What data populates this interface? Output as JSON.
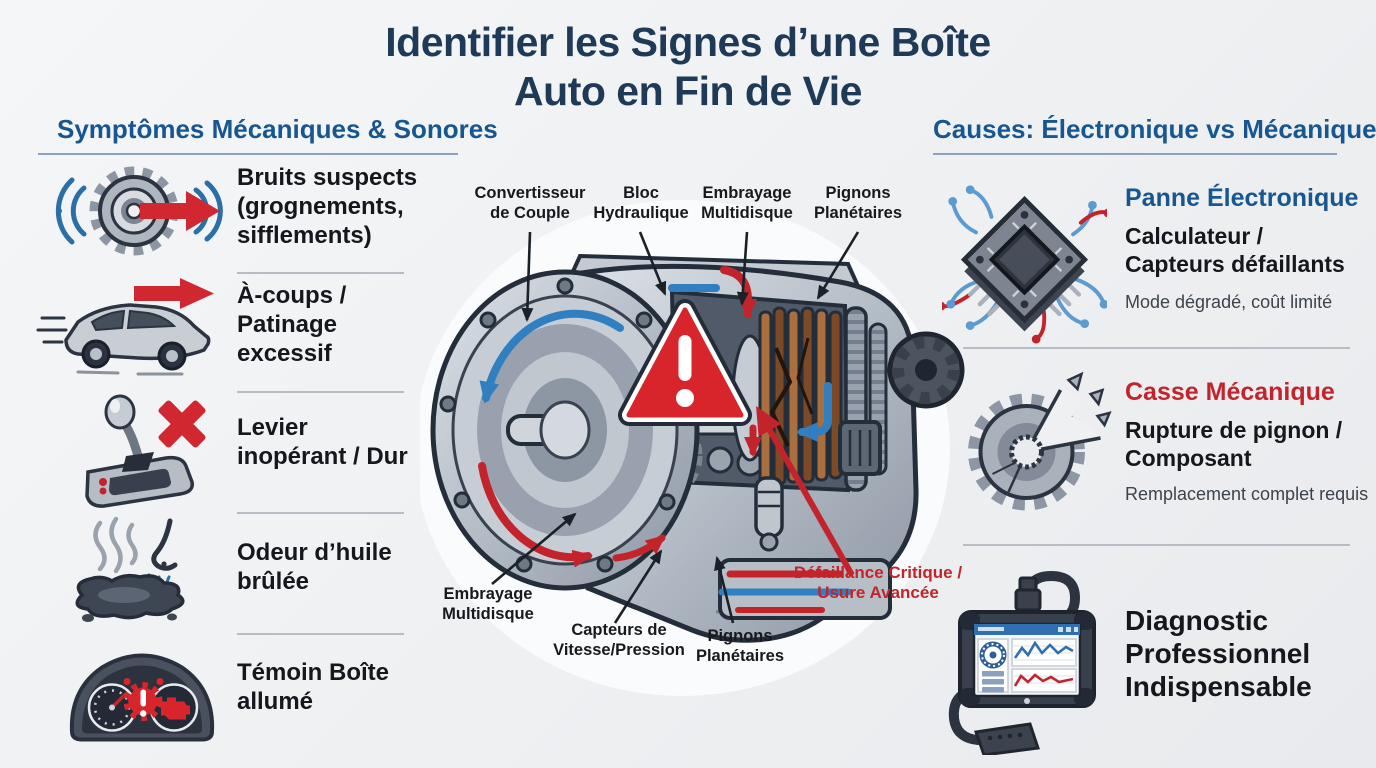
{
  "title": {
    "line1": "Identifier les Signes d’une Boîte",
    "line2": "Auto en Fin de Vie"
  },
  "left_panel": {
    "heading": "Symptômes Mécaniques & Sonores",
    "items": [
      {
        "icon": "gear-noise-icon",
        "lines": [
          "Bruits suspects",
          "(grognements,",
          "sifflements)"
        ]
      },
      {
        "icon": "car-slip-icon",
        "lines": [
          "À-coups /",
          "Patinage",
          "excessif"
        ]
      },
      {
        "icon": "shifter-blocked-icon",
        "lines": [
          "Levier",
          "inopérant / Dur"
        ]
      },
      {
        "icon": "burnt-oil-icon",
        "lines": [
          "Odeur d’huile",
          "brûlée"
        ]
      },
      {
        "icon": "dashboard-warning-icon",
        "lines": [
          "Témoin Boîte",
          "allumé"
        ]
      }
    ]
  },
  "right_panel": {
    "heading": "Causes: Électronique vs Mécanique",
    "items": [
      {
        "icon": "microchip-icon",
        "title": "Panne Électronique",
        "lines": [
          "Calculateur /",
          "Capteurs défaillants"
        ],
        "note": "Mode dégradé, coût limité"
      },
      {
        "icon": "broken-gear-icon",
        "title": "Casse Mécanique",
        "lines": [
          "Rupture de pignon /",
          "Composant"
        ],
        "note": "Remplacement complet requis"
      },
      {
        "icon": "diagnostic-tool-icon",
        "lines": [
          "Diagnostic",
          "Professionnel",
          "Indispensable"
        ]
      }
    ]
  },
  "diagram": {
    "warning_icon": "warning-triangle-icon",
    "top_labels": [
      {
        "lines": [
          "Convertisseur",
          "de Couple"
        ]
      },
      {
        "lines": [
          "Bloc",
          "Hydraulique"
        ]
      },
      {
        "lines": [
          "Embrayage",
          "Multidisque"
        ]
      },
      {
        "lines": [
          "Pignons",
          "Planétaires"
        ]
      }
    ],
    "bottom_labels": [
      {
        "lines": [
          "Embrayage",
          "Multidisque"
        ]
      },
      {
        "lines": [
          "Capteurs de",
          "Vitesse/Pression"
        ]
      },
      {
        "lines": [
          "Pignons",
          "Planétaires"
        ]
      }
    ],
    "critical_label": {
      "lines": [
        "Défaillance Critique /",
        "Usure Avancée"
      ]
    }
  },
  "colors": {
    "title_navy": "#1e3a57",
    "heading_blue": "#17568f",
    "alert_red": "#c3242b",
    "accent_blue": "#2f7fc1",
    "text_dark": "#14181d",
    "text_muted": "#3d434b",
    "background": "#eef0f2"
  }
}
